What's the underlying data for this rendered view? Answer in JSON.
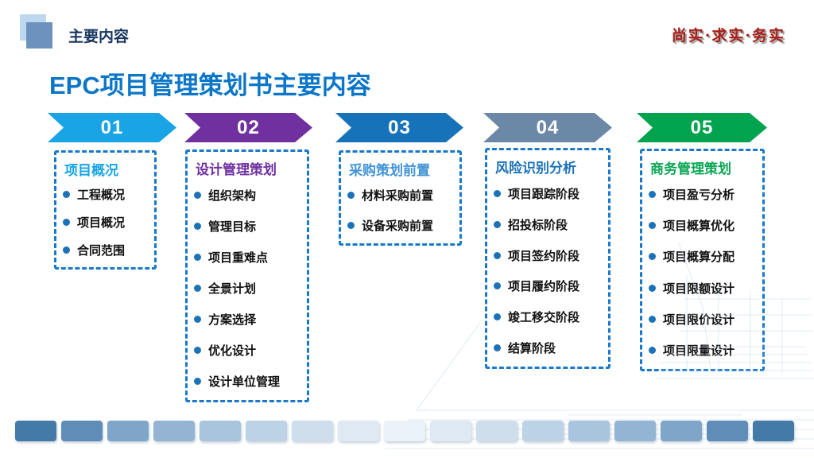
{
  "header": {
    "section_label": "主要内容",
    "motto": "尚实·求实·务实"
  },
  "title": "EPC项目管理策划书主要内容",
  "columns": [
    {
      "number": "01",
      "chevron_color": "#18A4E5",
      "title": "项目概况",
      "title_color": "#18A4E5",
      "items": [
        "工程概况",
        "项目概况",
        "合同范围"
      ]
    },
    {
      "number": "02",
      "chevron_color": "#7030A0",
      "title": "设计管理策划",
      "title_color": "#7030A0",
      "items": [
        "组织架构",
        "管理目标",
        "项目重难点",
        "全景计划",
        "方案选择",
        "优化设计",
        "设计单位管理"
      ]
    },
    {
      "number": "03",
      "chevron_color": "#1773B9",
      "title": "采购策划前置",
      "title_color": "#4193D5",
      "items": [
        "材料采购前置",
        "设备采购前置"
      ]
    },
    {
      "number": "04",
      "chevron_color": "#6C88A7",
      "title": "风险识别分析",
      "title_color": "#1B72B8",
      "items": [
        "项目跟踪阶段",
        "招投标阶段",
        "项目签约阶段",
        "项目履约阶段",
        "竣工移交阶段",
        "结算阶段"
      ]
    },
    {
      "number": "05",
      "chevron_color": "#00A44F",
      "title": "商务管理策划",
      "title_color": "#0AA653",
      "items": [
        "项目盈亏分析",
        "项目概算优化",
        "项目概算分配",
        "项目限额设计",
        "项目限价设计",
        "项目限量设计"
      ]
    }
  ],
  "theme": {
    "title_color": "#0B76C8",
    "header_text_color": "#17365D",
    "motto_color": "#A91E17",
    "dash_border_color": "#1879CB",
    "bullet_color": "#1B72B8",
    "bottom_strip_colors": [
      "#447AA8",
      "#5F8DB7",
      "#7EA6C9",
      "#93B5D3",
      "#A9C4DD",
      "#BCD2E5",
      "#CEDEED",
      "#DEE9F3",
      "#ECF3F8",
      "#DEE9F3",
      "#CEDEED",
      "#BCD2E5",
      "#A9C4DD",
      "#93B5D3",
      "#7EA6C9",
      "#5F8DB7",
      "#447AA8"
    ]
  }
}
